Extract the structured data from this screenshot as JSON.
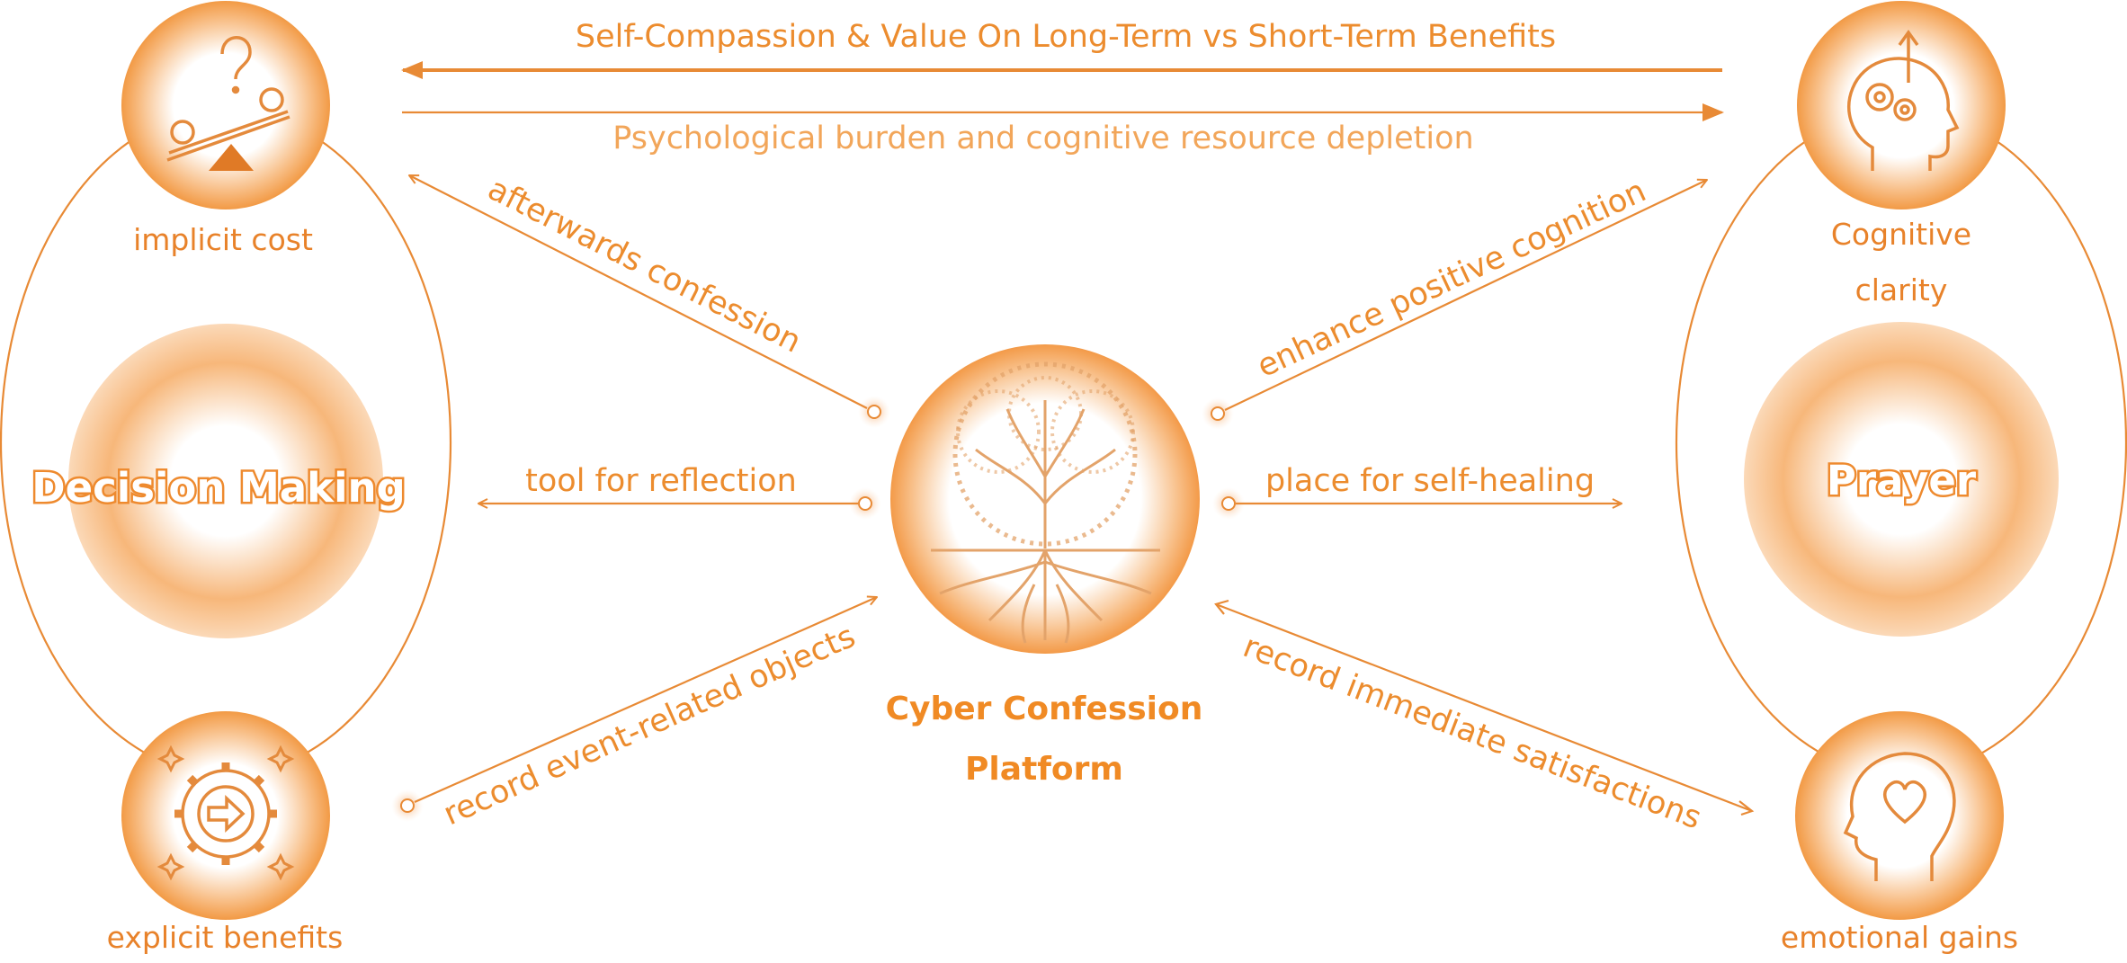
{
  "top_arrows": {
    "upper_label": "Self-Compassion & Value On Long-Term vs Short-Term Benefits",
    "lower_label": "Psychological burden and cognitive resource depletion"
  },
  "left_cluster": {
    "title": "Decision Making",
    "top_node": {
      "label": "implicit cost",
      "icon": "balance-question-icon"
    },
    "bottom_node": {
      "label": "explicit benefits",
      "icon": "gear-arrow-icon"
    }
  },
  "right_cluster": {
    "title": "Prayer",
    "top_node": {
      "label_line1": "Cognitive",
      "label_line2": "clarity",
      "icon": "head-gears-icon"
    },
    "bottom_node": {
      "label": "emotional gains",
      "icon": "head-heart-icon"
    }
  },
  "center": {
    "label_line1": "Cyber Confession",
    "label_line2": "Platform",
    "icon": "tree-of-life-icon"
  },
  "connectors": {
    "afterwards_confession": "afterwards confession",
    "tool_for_reflection": "tool for reflection",
    "record_event_objects": "record event-related objects",
    "enhance_positive_cognition": "enhance positive cognition",
    "place_for_self_healing": "place for self-healing",
    "record_immediate_satisfactions": "record immediate satisfactions"
  },
  "colors": {
    "accent": "#EC8C2E",
    "accent_light": "#F2A65A",
    "glow_core": "#ffffff",
    "glow_edge": "#F39A48"
  }
}
